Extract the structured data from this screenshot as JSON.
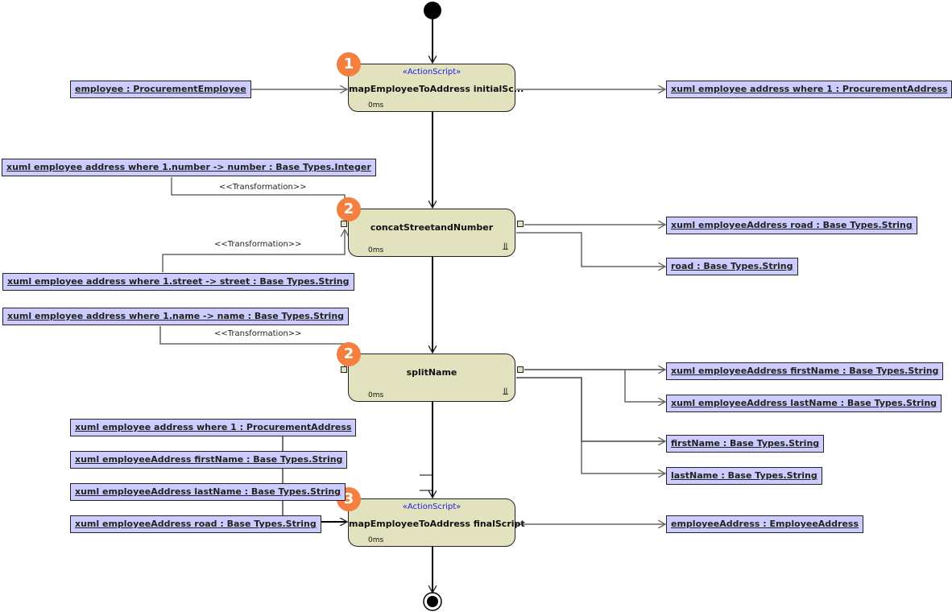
{
  "diagram": {
    "stereotype": "«ActionScript»",
    "transformation_label": "<<Transformation>>",
    "actions": [
      {
        "badge": "1",
        "name": "mapEmployeeToAddress initialSc...",
        "time": "0ms",
        "stereotype": "«ActionScript»"
      },
      {
        "badge": "2",
        "name": "concatStreetandNumber",
        "time": "0ms"
      },
      {
        "badge": "2",
        "name": "splitName",
        "time": "0ms"
      },
      {
        "badge": "3",
        "name": "mapEmployeeToAddress finalScript",
        "time": "0ms",
        "stereotype": "«ActionScript»"
      }
    ],
    "objects": {
      "employee_in": "employee : ProcurementEmployee",
      "proc_address_out": "xuml employee address where 1 : ProcurementAddress",
      "number_in": "xuml employee address where 1.number -> number : Base Types.Integer",
      "street_in": "xuml employee address where 1.street -> street : Base Types.String",
      "name_in": "xuml employee address where 1.name -> name : Base Types.String",
      "road_out1": "xuml employeeAddress road : Base Types.String",
      "road_out2": "road : Base Types.String",
      "first_out1": "xuml employeeAddress firstName : Base Types.String",
      "last_out1": "xuml employeeAddress lastName : Base Types.String",
      "first_out2": "firstName : Base Types.String",
      "last_out2": "lastName : Base Types.String",
      "final_in1": "xuml employee address where 1 : ProcurementAddress",
      "final_in2": "xuml employeeAddress firstName : Base Types.String",
      "final_in3": "xuml employeeAddress lastName : Base Types.String",
      "final_in4": "xuml employeeAddress road : Base Types.String",
      "final_out": "employeeAddress : EmployeeAddress"
    },
    "fork_icon": "fork-icon"
  }
}
